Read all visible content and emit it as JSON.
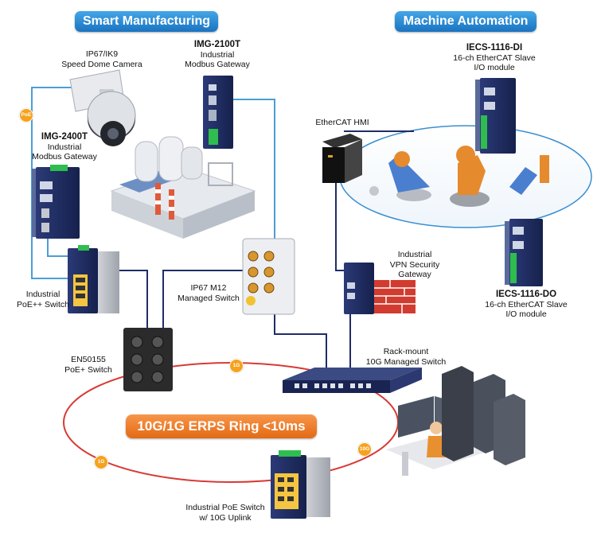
{
  "headers": {
    "smart_manufacturing": "Smart Manufacturing",
    "machine_automation": "Machine Automation"
  },
  "ring_label": "10G/1G ERPS Ring <10ms",
  "devices": {
    "camera": {
      "line1": "IP67/IK9",
      "line2": "Speed Dome Camera"
    },
    "img2100t": {
      "model": "IMG-2100T",
      "line1": "Industrial",
      "line2": "Modbus Gateway"
    },
    "img2400t": {
      "model": "IMG-2400T",
      "line1": "Industrial",
      "line2": "Modbus Gateway"
    },
    "poe_switch": {
      "line1": "Industrial",
      "line2": "PoE++ Switch"
    },
    "m12_switch": {
      "line1": "IP67 M12",
      "line2": "Managed Switch"
    },
    "en50155": {
      "line1": "EN50155",
      "line2": "PoE+ Switch"
    },
    "ethercat_hmi": {
      "line1": "EtherCAT HMI"
    },
    "iecs_di": {
      "model": "IECS-1116-DI",
      "line1": "16-ch EtherCAT Slave",
      "line2": "I/O module"
    },
    "iecs_do": {
      "model": "IECS-1116-DO",
      "line1": "16-ch EtherCAT Slave",
      "line2": "I/O module"
    },
    "vpn": {
      "line1": "Industrial",
      "line2": "VPN Security",
      "line3": "Gateway"
    },
    "rackmount": {
      "line1": "Rack-mount",
      "line2": "10G Managed Switch"
    },
    "uplink_switch": {
      "line1": "Industrial PoE Switch",
      "line2": "w/ 10G Uplink"
    }
  },
  "badges": {
    "poe": "PoE",
    "ring_top": "1G",
    "ring_left": "1G",
    "ring_right": "10G"
  },
  "colors": {
    "header_blue": "#2a86d3",
    "ring_orange": "#ee7b2c",
    "link_red": "#d83a36",
    "link_navy": "#1f2d66",
    "link_blue": "#4a9ed8",
    "badge_orange": "#f6a21d"
  }
}
